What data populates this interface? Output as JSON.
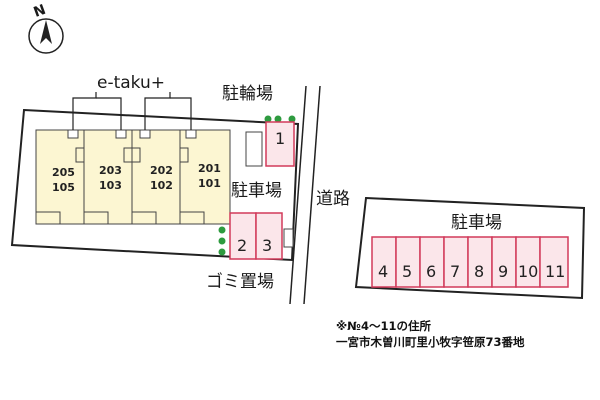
{
  "compass": {
    "label": "N",
    "icon": "north-arrow-icon"
  },
  "building": {
    "name": "e-taku+",
    "units": [
      {
        "upper": "205",
        "lower": "105"
      },
      {
        "upper": "203",
        "lower": "103"
      },
      {
        "upper": "202",
        "lower": "102"
      },
      {
        "upper": "201",
        "lower": "101"
      }
    ]
  },
  "labels": {
    "bicycle_parking": "駐輪場",
    "parking_left": "駐車場",
    "garbage": "ゴミ置場",
    "road": "道路",
    "parking_right": "駐車場"
  },
  "parking_left_slots": [
    "1",
    "2",
    "3"
  ],
  "parking_right_slots": [
    "4",
    "5",
    "6",
    "7",
    "8",
    "9",
    "10",
    "11"
  ],
  "note": {
    "line1": "※№4～11の住所",
    "line2": "一宮市木曽川町里小牧字笹原73番地"
  },
  "colors": {
    "unit_fill": "#fcf6d2",
    "slot_fill": "#fbe6ea",
    "slot_stroke": "#d23a5a",
    "shrub": "#2e9b3f"
  }
}
